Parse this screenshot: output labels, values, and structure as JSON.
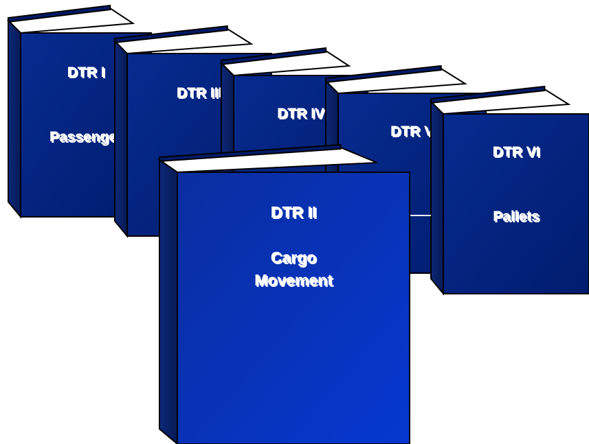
{
  "books": [
    {
      "id": "passenger",
      "lines": [
        "DTR I",
        "",
        "Passenger"
      ]
    },
    {
      "id": "book-2",
      "lines": [
        "DTR III"
      ]
    },
    {
      "id": "book-3",
      "lines": [
        "DTR IV"
      ]
    },
    {
      "id": "book-4",
      "lines": [
        "DTR V"
      ]
    },
    {
      "id": "pallets",
      "lines": [
        "DTR VI",
        "",
        "Pallets"
      ]
    },
    {
      "id": "cargo",
      "lines": [
        "DTR II",
        "",
        "Cargo",
        "Movement"
      ]
    }
  ],
  "colors": {
    "cover_dark": "#001a66",
    "cover_mid": "#0a2a8a",
    "cover_front": "#0b35b8",
    "spine": "#0a2470",
    "pages": "#ffffff",
    "outline": "#000000",
    "text": "#ffffff"
  }
}
